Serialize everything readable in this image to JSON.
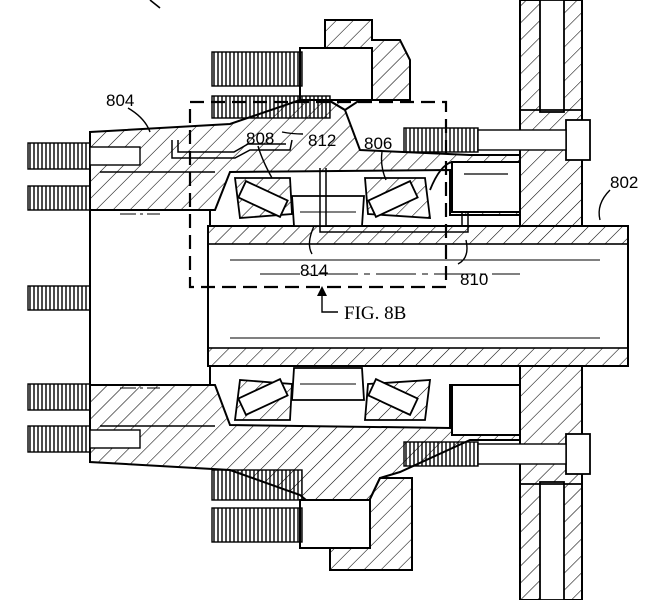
{
  "figure": {
    "labels": {
      "housing": "804",
      "shaft": "802",
      "bearing_left": "808",
      "bearing_right": "806",
      "seal": "812",
      "spacer": "814",
      "retainer": "810",
      "detail_ref": "FIG. 8B"
    }
  }
}
